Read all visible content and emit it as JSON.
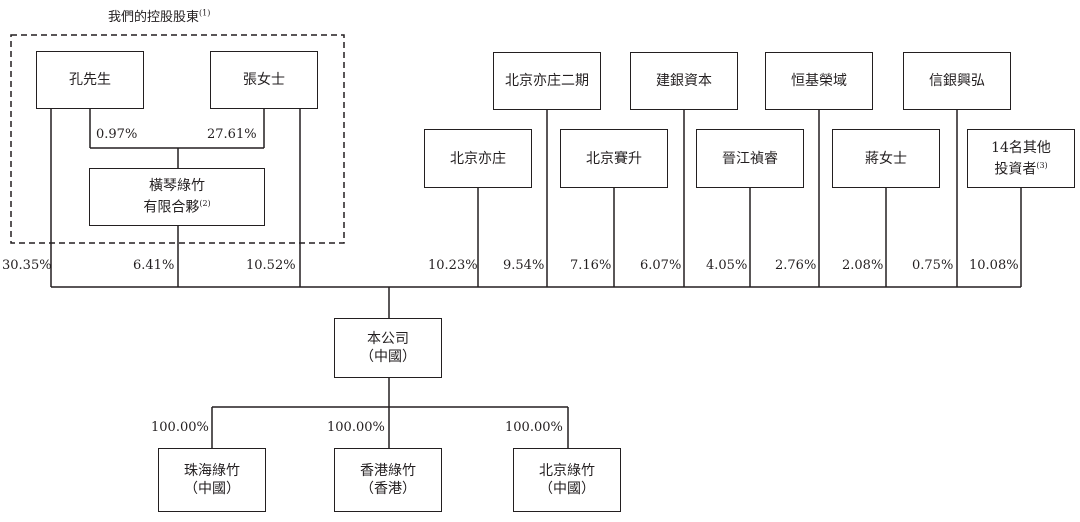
{
  "controlling_group": {
    "title": "我們的控股股東",
    "title_note": "(1)"
  },
  "shareholders": {
    "kong": "孔先生",
    "zhang": "張女士",
    "hengqin": {
      "line1": "橫琴綠竹",
      "line2": "有限合夥",
      "note": "(2)"
    },
    "beijing_yizhuang": "北京亦庄",
    "beijing_yizhuang_2": "北京亦庄二期",
    "beijing_saisheng": "北京賽升",
    "jianyin": "建銀資本",
    "jinjiang": "晉江禎睿",
    "hengji": "恒基榮域",
    "jiang": "蔣女士",
    "xinyin": "信銀興弘",
    "others": {
      "line1": "14名其他",
      "line2": "投資者",
      "note": "(3)"
    }
  },
  "percentages": {
    "kong_to_hengqin": "0.97%",
    "zhang_to_hengqin": "27.61%",
    "kong": "30.35%",
    "hengqin": "6.41%",
    "zhang": "10.52%",
    "beijing_yizhuang": "10.23%",
    "beijing_yizhuang_2": "9.54%",
    "beijing_saisheng": "7.16%",
    "jianyin": "6.07%",
    "jinjiang": "4.05%",
    "hengji": "2.76%",
    "jiang": "2.08%",
    "xinyin": "0.75%",
    "others": "10.08%"
  },
  "company": {
    "line1": "本公司",
    "line2": "（中國）"
  },
  "subsidiaries": [
    {
      "line1": "珠海綠竹",
      "line2": "（中國）",
      "pct": "100.00%"
    },
    {
      "line1": "香港綠竹",
      "line2": "（香港）",
      "pct": "100.00%"
    },
    {
      "line1": "北京綠竹",
      "line2": "（中國）",
      "pct": "100.00%"
    }
  ]
}
